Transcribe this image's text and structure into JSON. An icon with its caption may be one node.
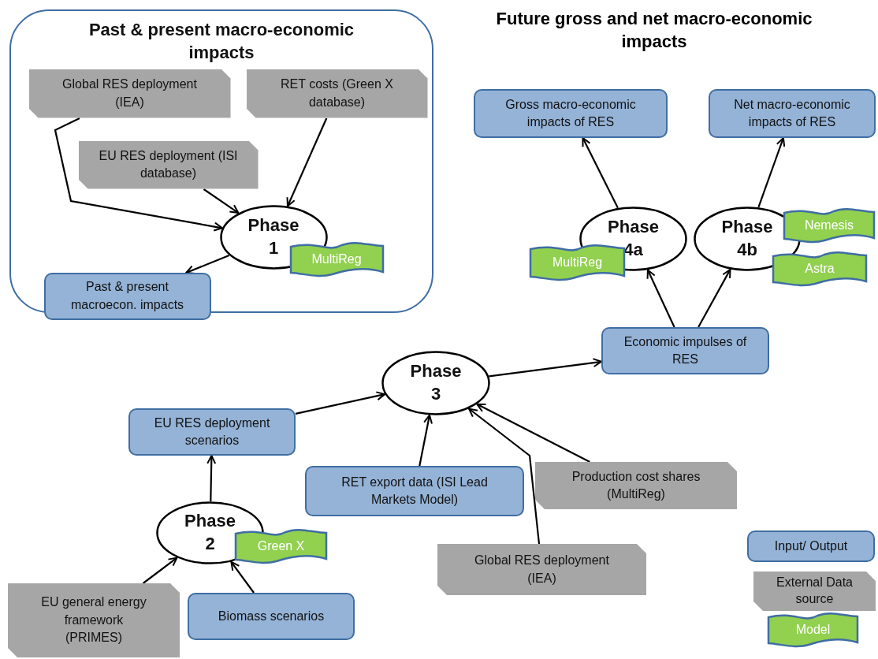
{
  "diagram": {
    "nodes": [
      {
        "text": [
          "Past & present macro-economic impacts"
        ]
      },
      {
        "text": [
          "Global RES deployment (IEA)"
        ],
        "in": 0
      },
      {
        "text": [
          "RET costs (Green X database)"
        ],
        "in": 0
      },
      {
        "text": [
          "EU RES deployment (ISI database)"
        ],
        "in": 0
      },
      {
        "text": [
          "Phase 1"
        ],
        "in": 0
      },
      {
        "text": [
          "MultiReg"
        ],
        "in": 0
      },
      {
        "text": [
          "Past & present macroecon. impacts"
        ],
        "in": 0
      },
      {
        "text": [
          "Gross macro-economic impacts of RES"
        ]
      },
      {
        "text": [
          "Net macro-economic impacts of RES"
        ]
      },
      {
        "text": [
          "Phase 4a"
        ]
      },
      {
        "text": [
          "MultiReg"
        ]
      },
      {
        "text": [
          "Phase 4b"
        ]
      },
      {
        "text": [
          "Nemesis"
        ]
      },
      {
        "text": [
          "Astra"
        ]
      },
      {
        "text": [
          "Economic impulses of RES"
        ]
      },
      {
        "text": [
          "Phase 3"
        ]
      },
      {
        "text": [
          "EU RES deployment scenarios"
        ]
      },
      {
        "text": [
          "RET export data (ISI Lead Markets Model)"
        ]
      },
      {
        "text": [
          "Production cost shares (MultiReg)"
        ]
      },
      {
        "text": [
          "Phase 2"
        ]
      },
      {
        "text": [
          "Green X"
        ]
      },
      {
        "text": [
          "Global RES deployment (IEA)"
        ]
      },
      {
        "text": [
          "EU general energy framework (PRIMES)"
        ]
      },
      {
        "text": [
          "Biomass scenarios"
        ]
      }
    ],
    "edges": [
      {
        "from": 1,
        "to": 4,
        "arrow": "to"
      },
      {
        "from": 3,
        "to": 4,
        "arrow": "to"
      },
      {
        "from": 2,
        "to": 4,
        "arrow": "to"
      },
      {
        "from": 4,
        "to": 6,
        "arrow": "to"
      },
      {
        "from": 9,
        "to": 7,
        "arrow": "to"
      },
      {
        "from": 11,
        "to": 8,
        "arrow": "to"
      },
      {
        "from": 14,
        "to": 9,
        "arrow": "to"
      },
      {
        "from": 14,
        "to": 11,
        "arrow": "to"
      },
      {
        "from": 15,
        "to": 14,
        "arrow": "to"
      },
      {
        "from": 16,
        "to": 15,
        "arrow": "to"
      },
      {
        "from": 17,
        "to": 15,
        "arrow": "to"
      },
      {
        "from": 21,
        "to": 15,
        "arrow": "to"
      },
      {
        "from": 18,
        "to": 15,
        "arrow": "to"
      },
      {
        "from": 19,
        "to": 16,
        "arrow": "to"
      },
      {
        "from": 22,
        "to": 19,
        "arrow": "to"
      },
      {
        "from": 23,
        "to": 19,
        "arrow": "to"
      }
    ],
    "labels": [
      "Future gross and net macro-economic impacts"
    ],
    "legend": [
      {
        "text": "Input/ Output",
        "color": "#95b3d7"
      },
      {
        "text": "External Data source",
        "color": "#a6a6a6"
      },
      {
        "text": "Model",
        "color": "#92d050"
      }
    ]
  }
}
